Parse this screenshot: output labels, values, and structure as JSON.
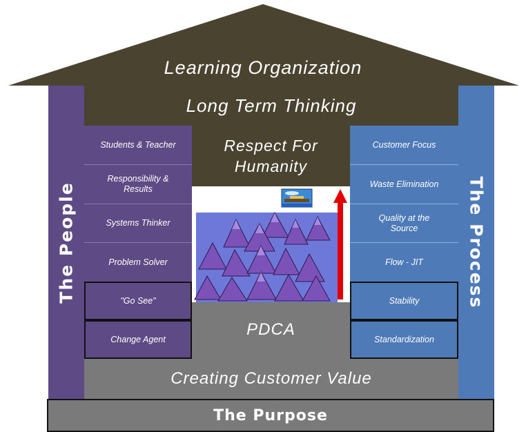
{
  "roof": {
    "title": "Learning Organization"
  },
  "long_term": {
    "label": "Long Term Thinking"
  },
  "people": {
    "title": "The People",
    "items": [
      "Students & Teacher",
      "Responsibility & Results",
      "Systems Thinker",
      "Problem Solver"
    ],
    "boxed_items": [
      "\"Go See\"",
      "Change Agent"
    ]
  },
  "process": {
    "title": "The Process",
    "items": [
      "Customer Focus",
      "Waste Elimination",
      "Quality at the Source",
      "Flow - JIT"
    ],
    "boxed_items": [
      "Stability",
      "Standardization"
    ]
  },
  "center": {
    "respect": "Respect For Humanity",
    "pdca": "PDCA"
  },
  "base": {
    "customer_value": "Creating Customer Value",
    "purpose": "The Purpose"
  },
  "colors": {
    "roof": "#4a4330",
    "band": "#4a4330",
    "people": "#5e4b86",
    "process": "#4f7ab8",
    "gray": "#7a7a7a",
    "water": "#6e78d8",
    "arrow": "#e00000"
  }
}
